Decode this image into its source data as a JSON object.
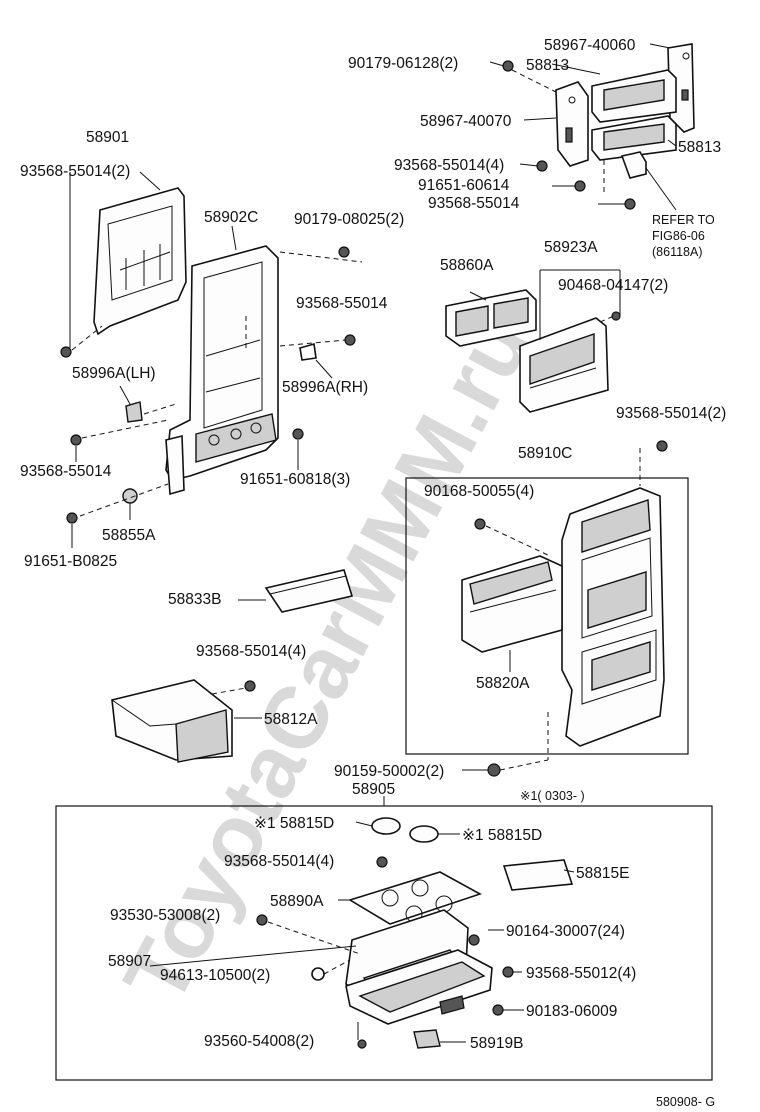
{
  "watermark": "ToyotaCarMMM.ru",
  "footer_code": "580908- G",
  "labels": {
    "p58967_40060": "58967-40060",
    "p90179_06128": "90179-06128(2)",
    "p58813_a": "58813",
    "p58967_40070": "58967-40070",
    "p58813_b": "58813",
    "p93568_55014_4_top": "93568-55014(4)",
    "p91651_60614": "91651-60614",
    "p93568_55014_top": "93568-55014",
    "refer_line1": "REFER TO",
    "refer_line2": "FIG86-06",
    "refer_line3": "(86118A)",
    "p58901": "58901",
    "p93568_55014_2_left": "93568-55014(2)",
    "p58902C": "58902C",
    "p90179_08025": "90179-08025(2)",
    "p58860A": "58860A",
    "p58923A": "58923A",
    "p90468_04147": "90468-04147(2)",
    "p93568_55014_mid": "93568-55014",
    "p58996A_LH": "58996A(LH)",
    "p58996A_RH": "58996A(RH)",
    "p93568_55014_2_right": "93568-55014(2)",
    "p58910C": "58910C",
    "p93568_55014_leftlow": "93568-55014",
    "p91651_60818": "91651-60818(3)",
    "p90168_50055": "90168-50055(4)",
    "p58855A": "58855A",
    "p91651_B0825": "91651-B0825",
    "p58833B": "58833B",
    "p58820A": "58820A",
    "p93568_55014_4_mid": "93568-55014(4)",
    "p58812A": "58812A",
    "p90159_50002": "90159-50002(2)",
    "p58905": "58905",
    "note_range": "※1( 0303-          )",
    "p58815D_left": "※1 58815D",
    "p58815D_right": "※1 58815D",
    "p93568_55014_4_low": "93568-55014(4)",
    "p58815E": "58815E",
    "p58890A": "58890A",
    "p93530_53008": "93530-53008(2)",
    "p90164_30007": "90164-30007(24)",
    "p58907": "58907",
    "p94613_10500": "94613-10500(2)",
    "p93568_55012": "93568-55012(4)",
    "p90183_06009": "90183-06009",
    "p93560_54008": "93560-54008(2)",
    "p58919B": "58919B"
  }
}
